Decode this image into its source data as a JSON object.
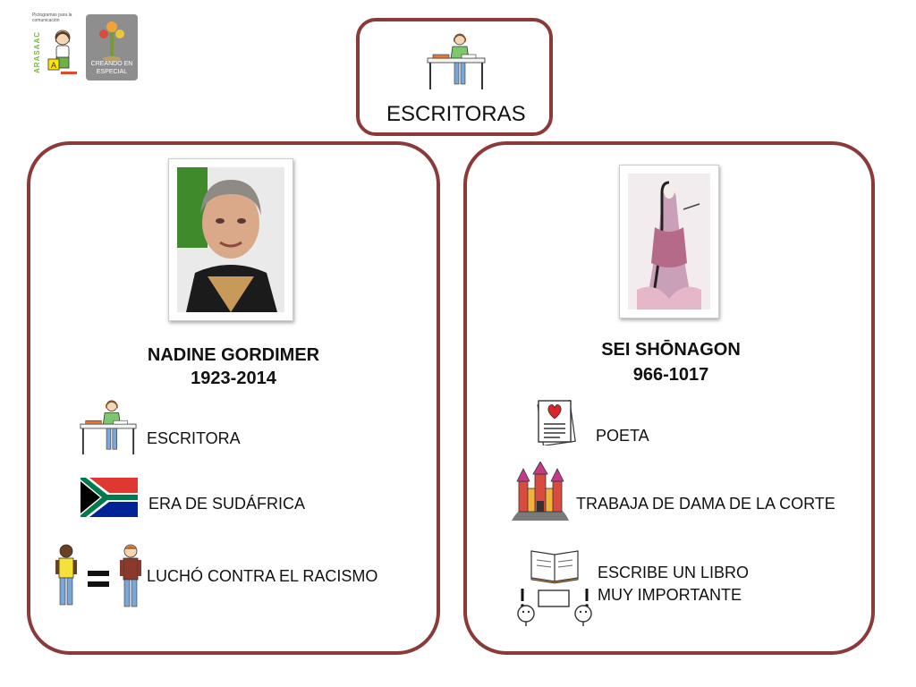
{
  "logos": {
    "arasaac_header": "Pictogramas para la comunicación",
    "arasaac_vertical": "ARASAAC",
    "creando_line1": "CREANDO EN",
    "creando_line2": "ESPECIAL"
  },
  "header": {
    "title": "ESCRITORAS"
  },
  "left": {
    "name": "NADINE GORDIMER",
    "years": "1923-2014",
    "items": [
      {
        "label": "ESCRITORA",
        "icon": "writer-at-desk-icon"
      },
      {
        "label": "ERA DE SUDÁFRICA",
        "icon": "south-africa-flag-icon"
      },
      {
        "label": "LUCHÓ  CONTRA EL  RACISMO",
        "icon": "equality-people-icon"
      }
    ]
  },
  "right": {
    "name": "SEI SHŌNAGON",
    "years": "966-1017",
    "items": [
      {
        "label": "POETA",
        "icon": "poem-paper-heart-icon"
      },
      {
        "label": "TRABAJA DE DAMA DE LA CORTE",
        "icon": "castle-icon"
      },
      {
        "label_line1": "ESCRIBE UN LIBRO",
        "label_line2": "MUY IMPORTANTE",
        "icon": "important-book-icon"
      }
    ]
  },
  "colors": {
    "border": "#8b3a3a",
    "flag_green": "#007a4d",
    "flag_red": "#de3831",
    "flag_blue": "#002395",
    "flag_yellow": "#ffb612"
  }
}
